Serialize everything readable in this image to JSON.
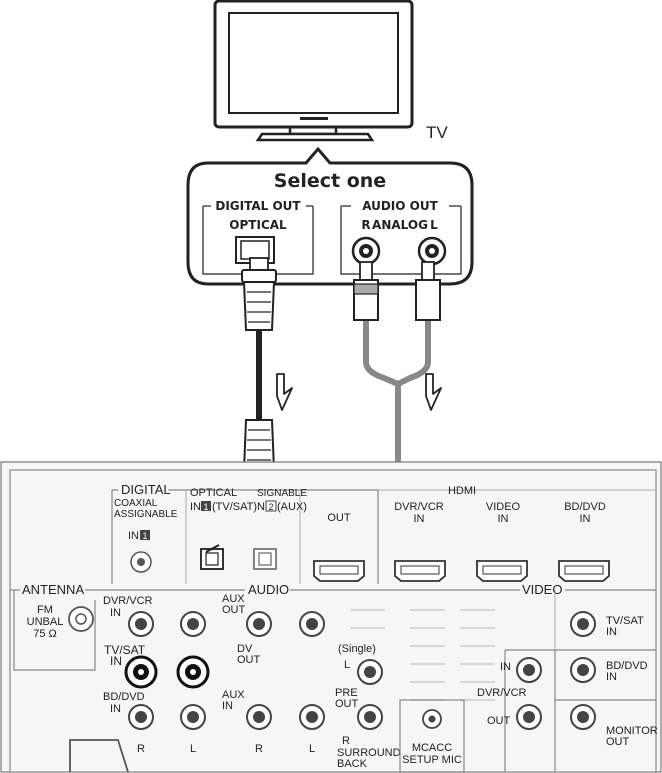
{
  "tv": {
    "label": "TV"
  },
  "callout": {
    "title": "Select one",
    "digital_out": "DIGITAL OUT",
    "optical": "OPTICAL",
    "audio_out": "AUDIO OUT",
    "r": "R",
    "analog": "ANALOG",
    "l": "L"
  },
  "receiver": {
    "digital": "DIGITAL",
    "coaxial": "COAXIAL",
    "assignable_coax": "ASSIGNABLE",
    "in1": "IN",
    "in1_num": "1",
    "optical": "OPTICAL",
    "optical_in1": "IN",
    "optical_in1_num": "1",
    "optical_in1_name": "(TV/SAT)",
    "assignable_opt": "SIGNABLE",
    "optical_in2": "N",
    "optical_in2_num": "2",
    "optical_in2_name": "(AUX)",
    "hdmi": "HDMI",
    "hdmi_out": "OUT",
    "hdmi_dvr_vcr": "DVR/VCR",
    "hdmi_video": "VIDEO",
    "hdmi_bd_dvd": "BD/DVD",
    "hdmi_in": "IN",
    "antenna": "ANTENNA",
    "audio": "AUDIO",
    "video": "VIDEO",
    "fm": "FM",
    "unbal": "UNBAL",
    "ohm": "75 Ω",
    "dvr_vcr": "DVR/VCR",
    "in": "IN",
    "tv_sat": "TV/SAT",
    "bd_dvd": "BD/DVD",
    "aux": "AUX",
    "out": "OUT",
    "dvr_short": "DV",
    "out_short": "OUT",
    "r": "R",
    "l": "L",
    "single": "(Single)",
    "pre": "PRE",
    "pre_out": "OUT",
    "surround_r": "R",
    "surround": "SURROUND",
    "back": "BACK",
    "mcacc": "MCACC",
    "setup_mic": "SETUP MIC",
    "monitor": "MONITOR",
    "monitor_out": "OUT"
  }
}
